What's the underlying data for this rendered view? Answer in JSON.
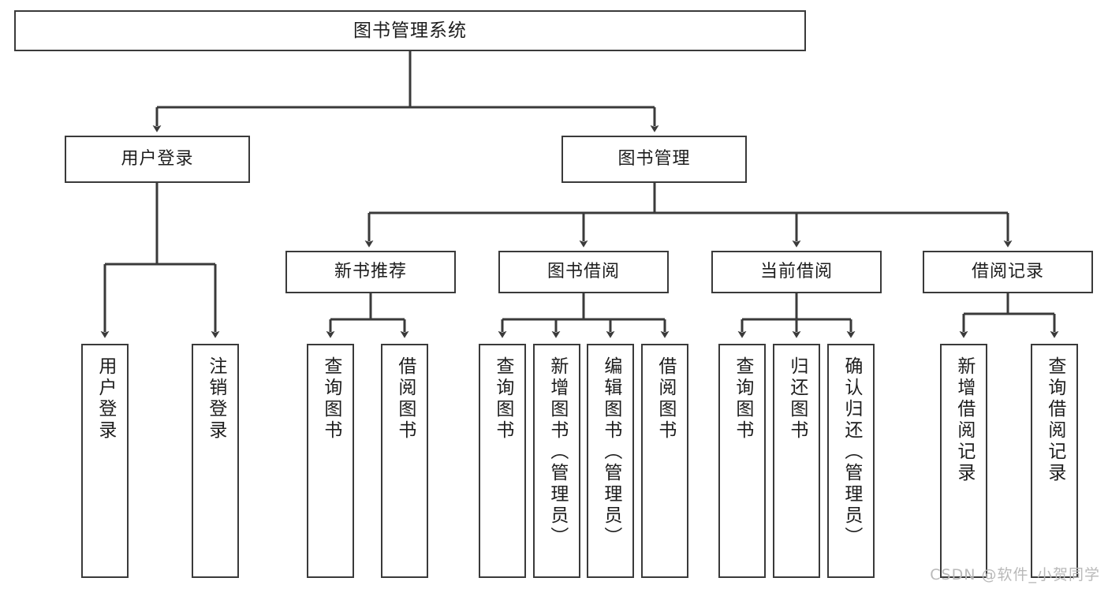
{
  "diagram": {
    "type": "tree",
    "title": "图书管理系统",
    "colors": {
      "box_border": "#3a3a3a",
      "box_fill": "#ffffff",
      "edge": "#3a3a3a",
      "text": "#1d1d1d",
      "watermark": "#b9b9b9",
      "background": "#ffffff"
    },
    "root": {
      "label": "图书管理系统"
    },
    "level2": [
      {
        "label": "用户登录"
      },
      {
        "label": "图书管理"
      }
    ],
    "level3": [
      {
        "label": "新书推荐"
      },
      {
        "label": "图书借阅"
      },
      {
        "label": "当前借阅"
      },
      {
        "label": "借阅记录"
      }
    ],
    "leaves": {
      "user_login": [
        {
          "label": "用户登录"
        },
        {
          "label": "注销登录"
        }
      ],
      "new_book_recommend": [
        {
          "label": "查询图书"
        },
        {
          "label": "借阅图书"
        }
      ],
      "book_borrow": [
        {
          "label": "查询图书"
        },
        {
          "label": "新增图书（管理员）"
        },
        {
          "label": "编辑图书（管理员）"
        },
        {
          "label": "借阅图书"
        }
      ],
      "current_borrow": [
        {
          "label": "查询图书"
        },
        {
          "label": "归还图书"
        },
        {
          "label": "确认归还（管理员）"
        }
      ],
      "borrow_record": [
        {
          "label": "新增借阅记录"
        },
        {
          "label": "查询借阅记录"
        }
      ]
    }
  },
  "watermark": {
    "text": "CSDN @软件_小贺同学"
  }
}
